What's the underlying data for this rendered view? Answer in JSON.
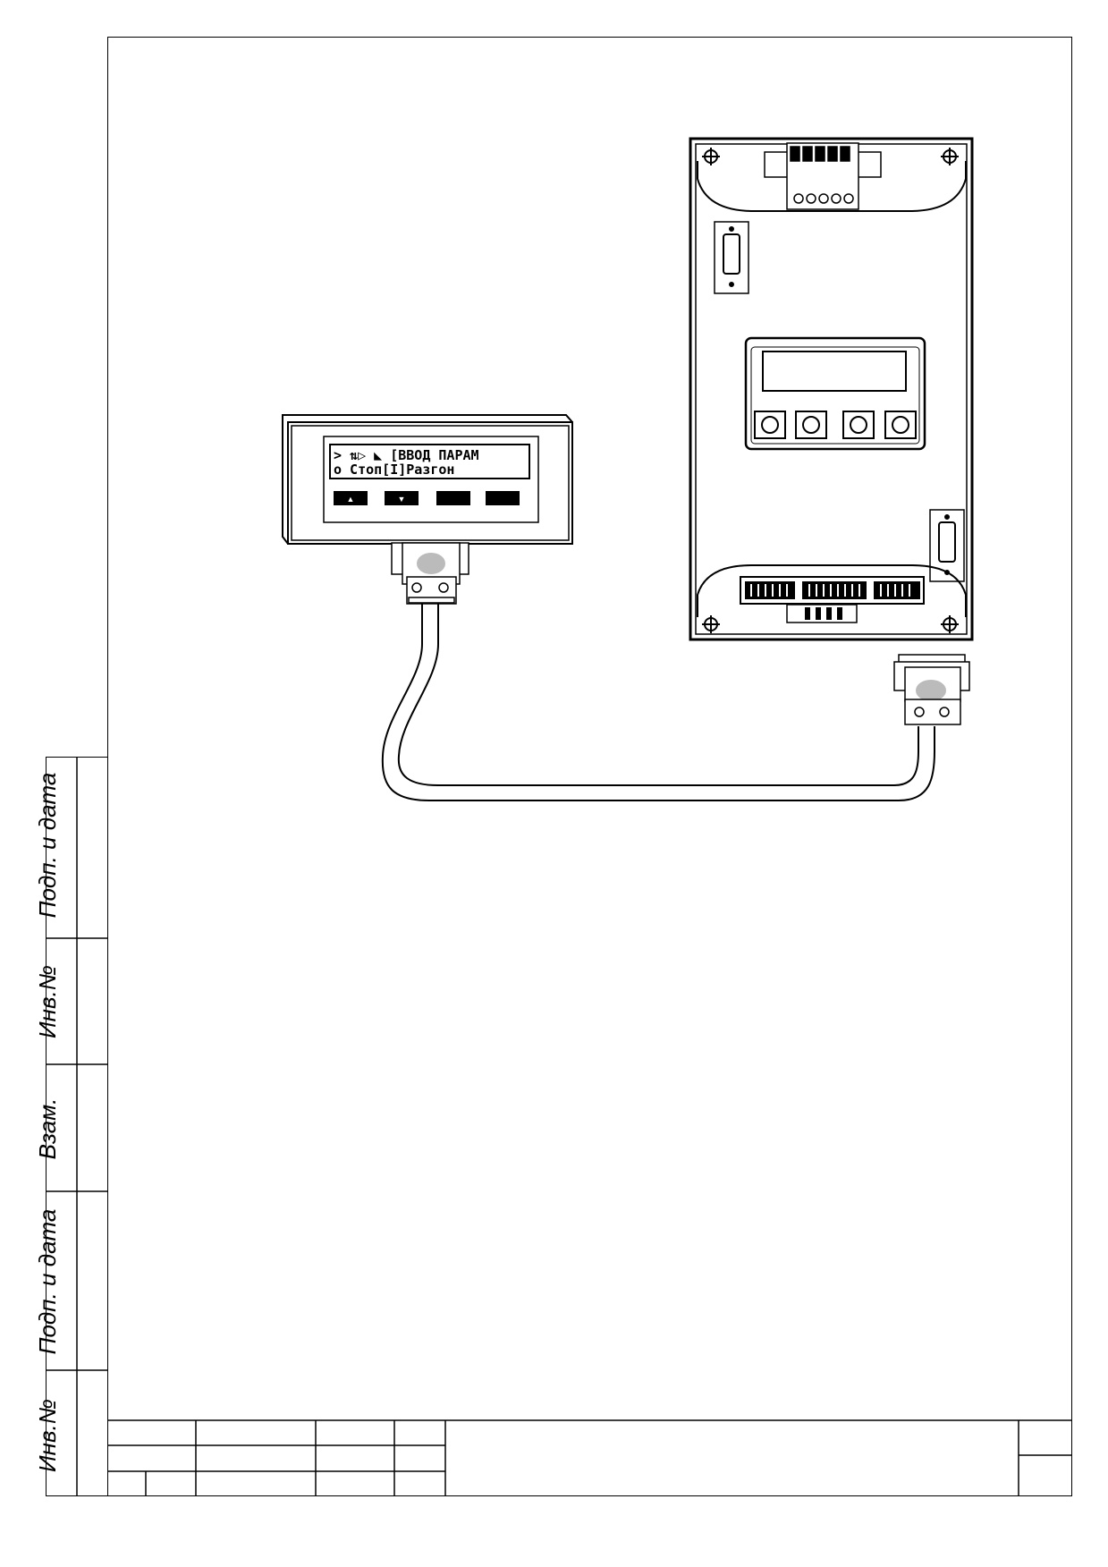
{
  "side_stamp": {
    "cells": [
      {
        "label": "Подп. и дата"
      },
      {
        "label": "Инв.№"
      },
      {
        "label": "Взам."
      },
      {
        "label": "Подп. и дата"
      },
      {
        "label": "Инв.№"
      }
    ]
  },
  "remote_panel": {
    "lcd_line1": "> ⇅▷ ◣ [ВВОД ПАРАМ",
    "lcd_line2": "o Стоп[I]Разгон",
    "buttons": [
      {
        "icon": "arrow-up-icon",
        "glyph": "▲"
      },
      {
        "icon": "arrow-down-icon",
        "glyph": "▼"
      },
      {
        "icon": "blank-key",
        "glyph": ""
      },
      {
        "icon": "blank-key",
        "glyph": ""
      }
    ]
  },
  "colors": {
    "line": "#000000",
    "connector_oval": "#bbbbbb",
    "background": "#ffffff"
  }
}
